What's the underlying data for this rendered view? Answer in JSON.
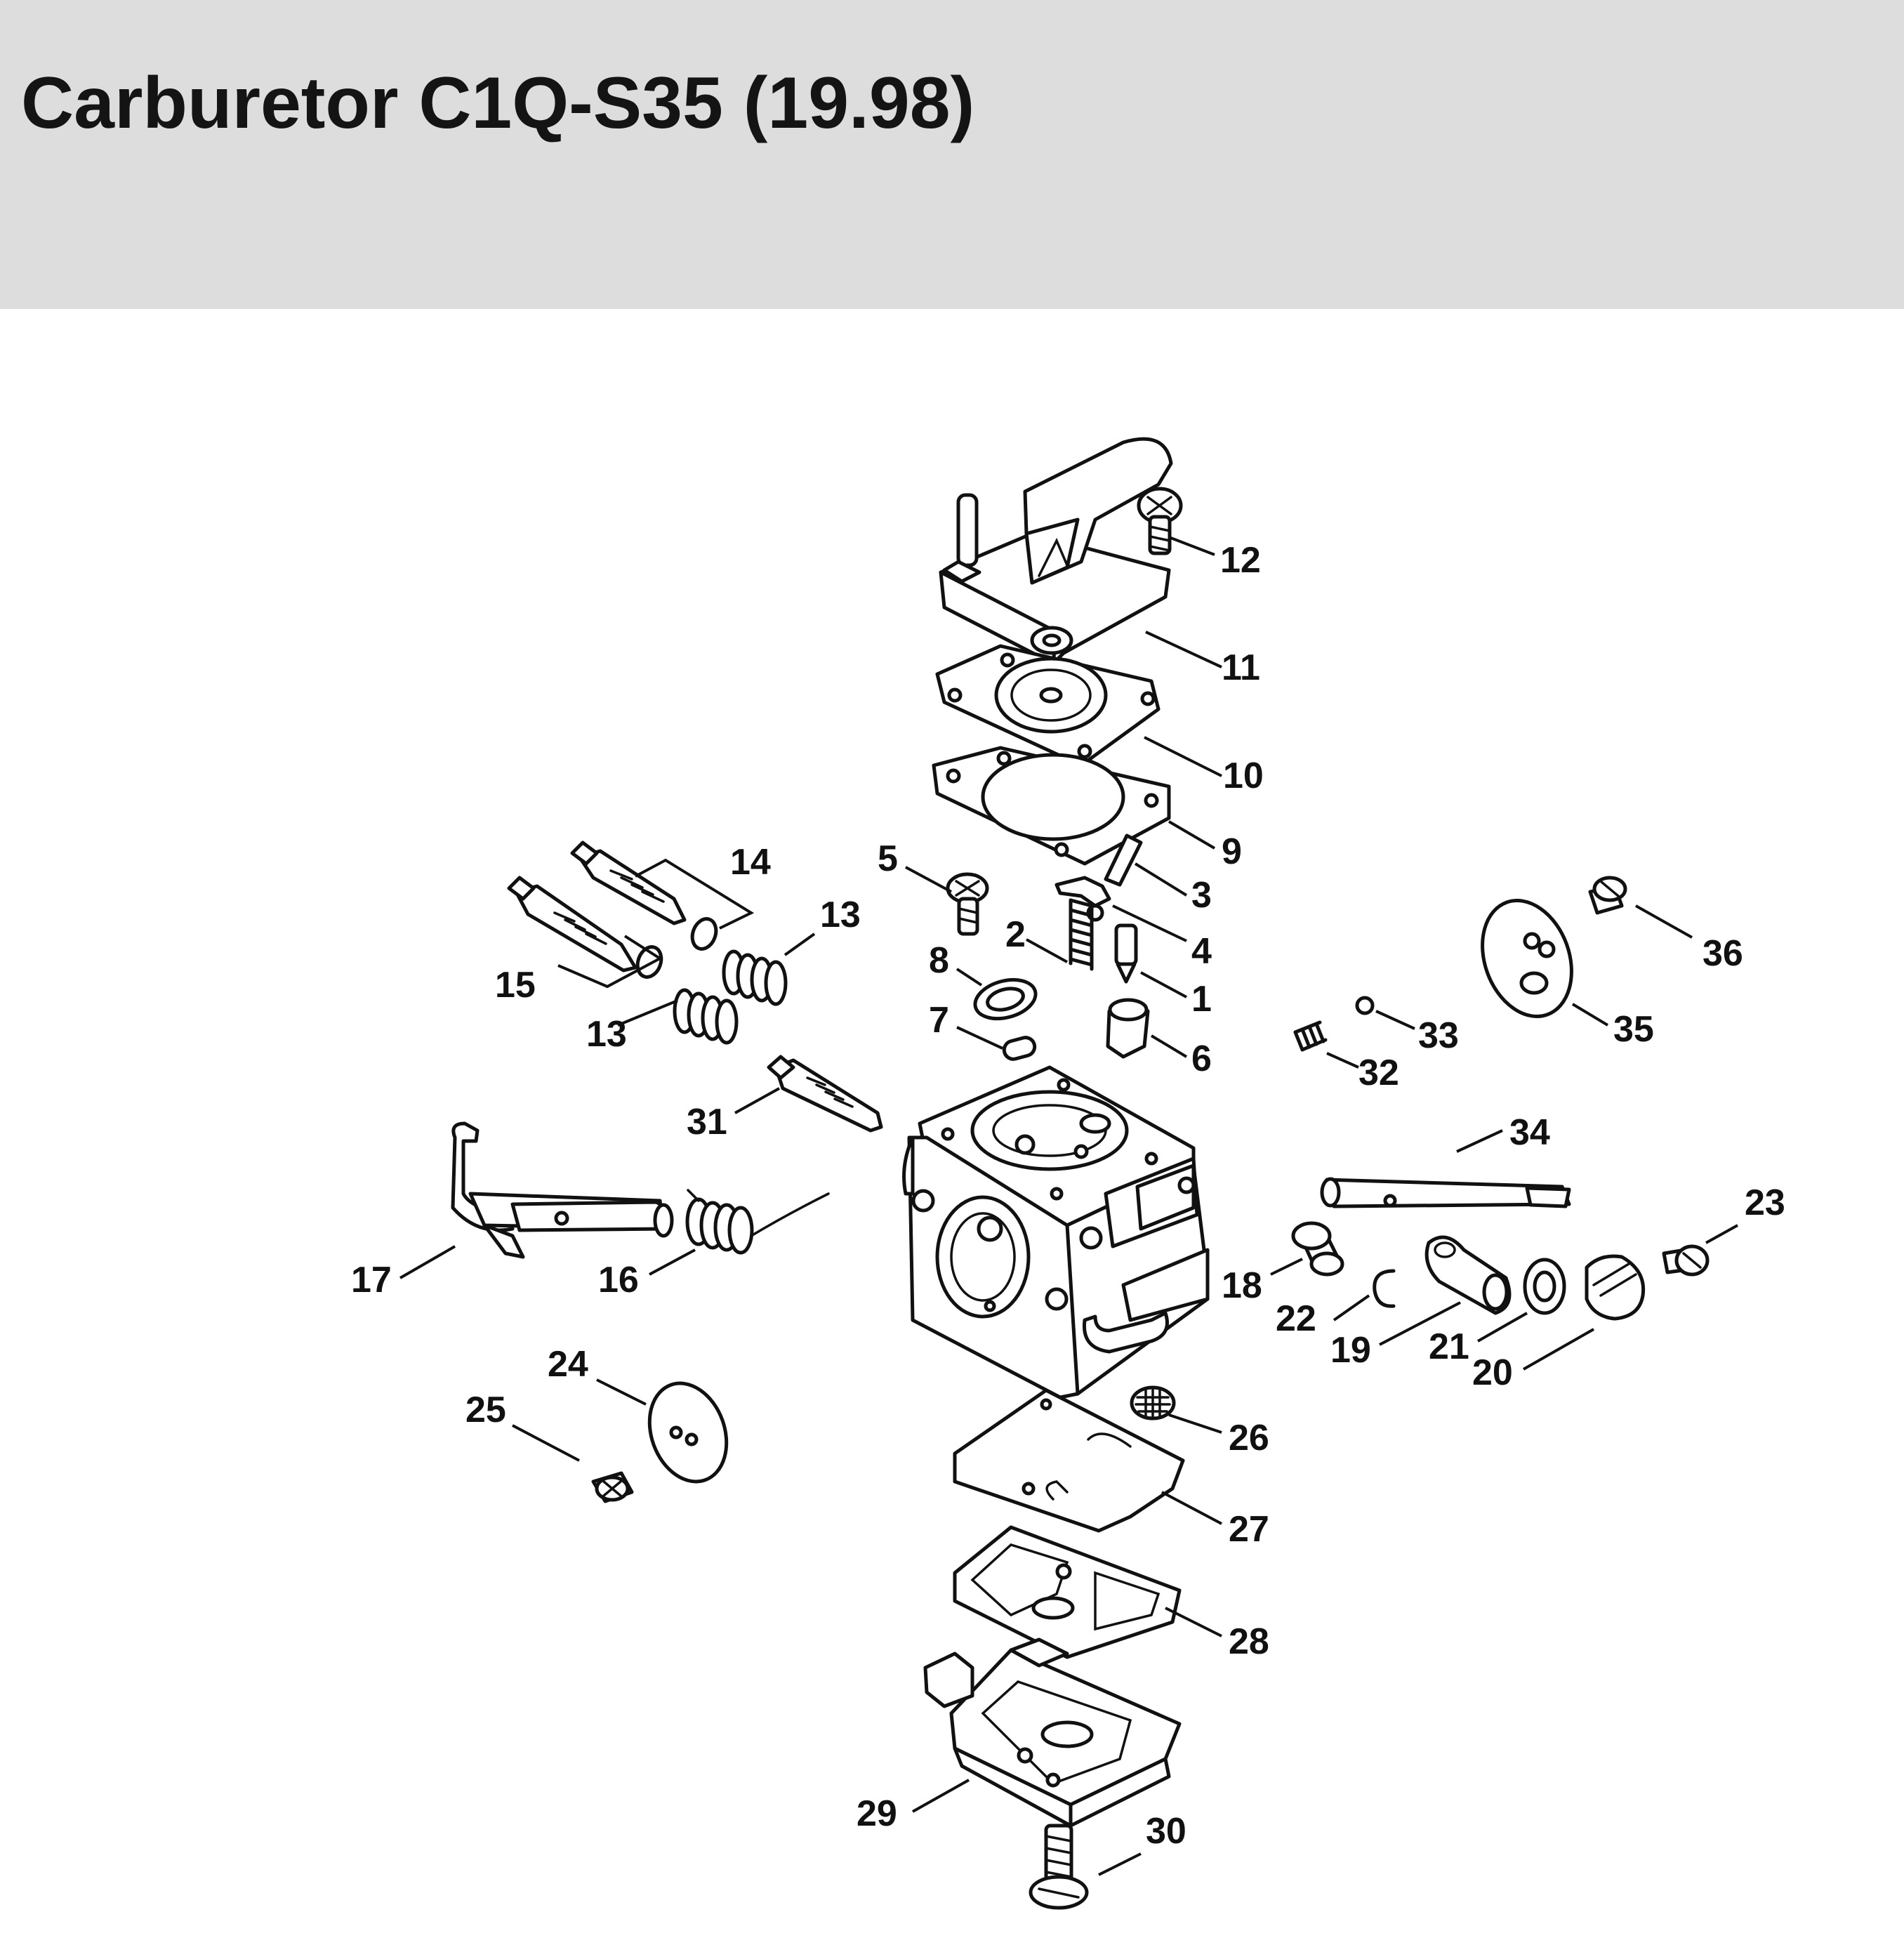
{
  "title": "Carburetor C1Q-S35 (19.98)",
  "callouts": {
    "c1": "1",
    "c2": "2",
    "c3": "3",
    "c4": "4",
    "c5": "5",
    "c6": "6",
    "c7": "7",
    "c8": "8",
    "c9": "9",
    "c10": "10",
    "c11": "11",
    "c12": "12",
    "c13a": "13",
    "c13b": "13",
    "c14": "14",
    "c15": "15",
    "c16": "16",
    "c17": "17",
    "c18": "18",
    "c19": "19",
    "c20": "20",
    "c21": "21",
    "c22": "22",
    "c23": "23",
    "c24": "24",
    "c25": "25",
    "c26": "26",
    "c27": "27",
    "c28": "28",
    "c29": "29",
    "c30": "30",
    "c31": "31",
    "c32": "32",
    "c33": "33",
    "c34": "34",
    "c35": "35",
    "c36": "36"
  },
  "colors": {
    "header_bg": "#dcdddc",
    "ink": "#111111"
  }
}
